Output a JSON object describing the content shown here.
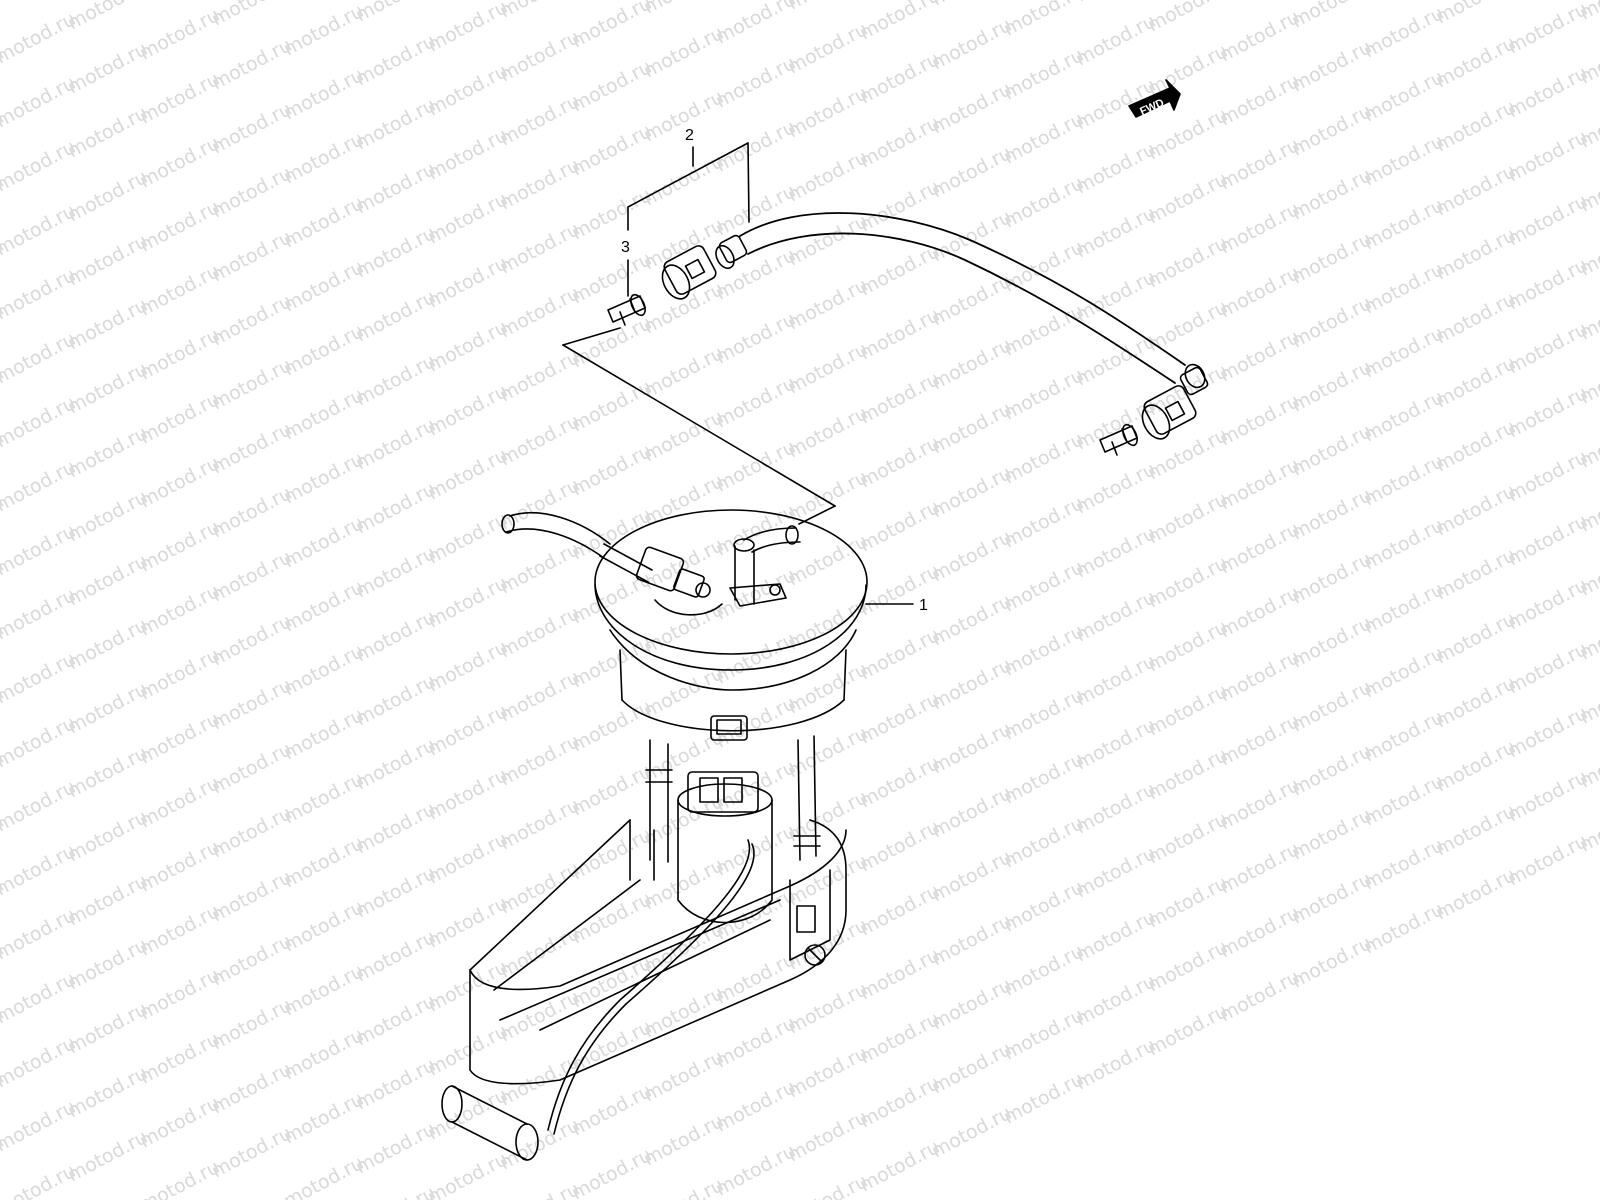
{
  "watermark": {
    "text": "motod.ru",
    "color": "#d9d9d9"
  },
  "fwd_arrow": {
    "label": "FWD",
    "icon": "forward-arrow-icon"
  },
  "callouts": [
    {
      "id": "1",
      "label": "1",
      "part": "fuel-pump-assembly"
    },
    {
      "id": "2",
      "label": "2",
      "part": "fuel-hose"
    },
    {
      "id": "3",
      "label": "3",
      "part": "hose-clamp"
    }
  ],
  "colors": {
    "line": "#000000",
    "background": "#ffffff"
  }
}
